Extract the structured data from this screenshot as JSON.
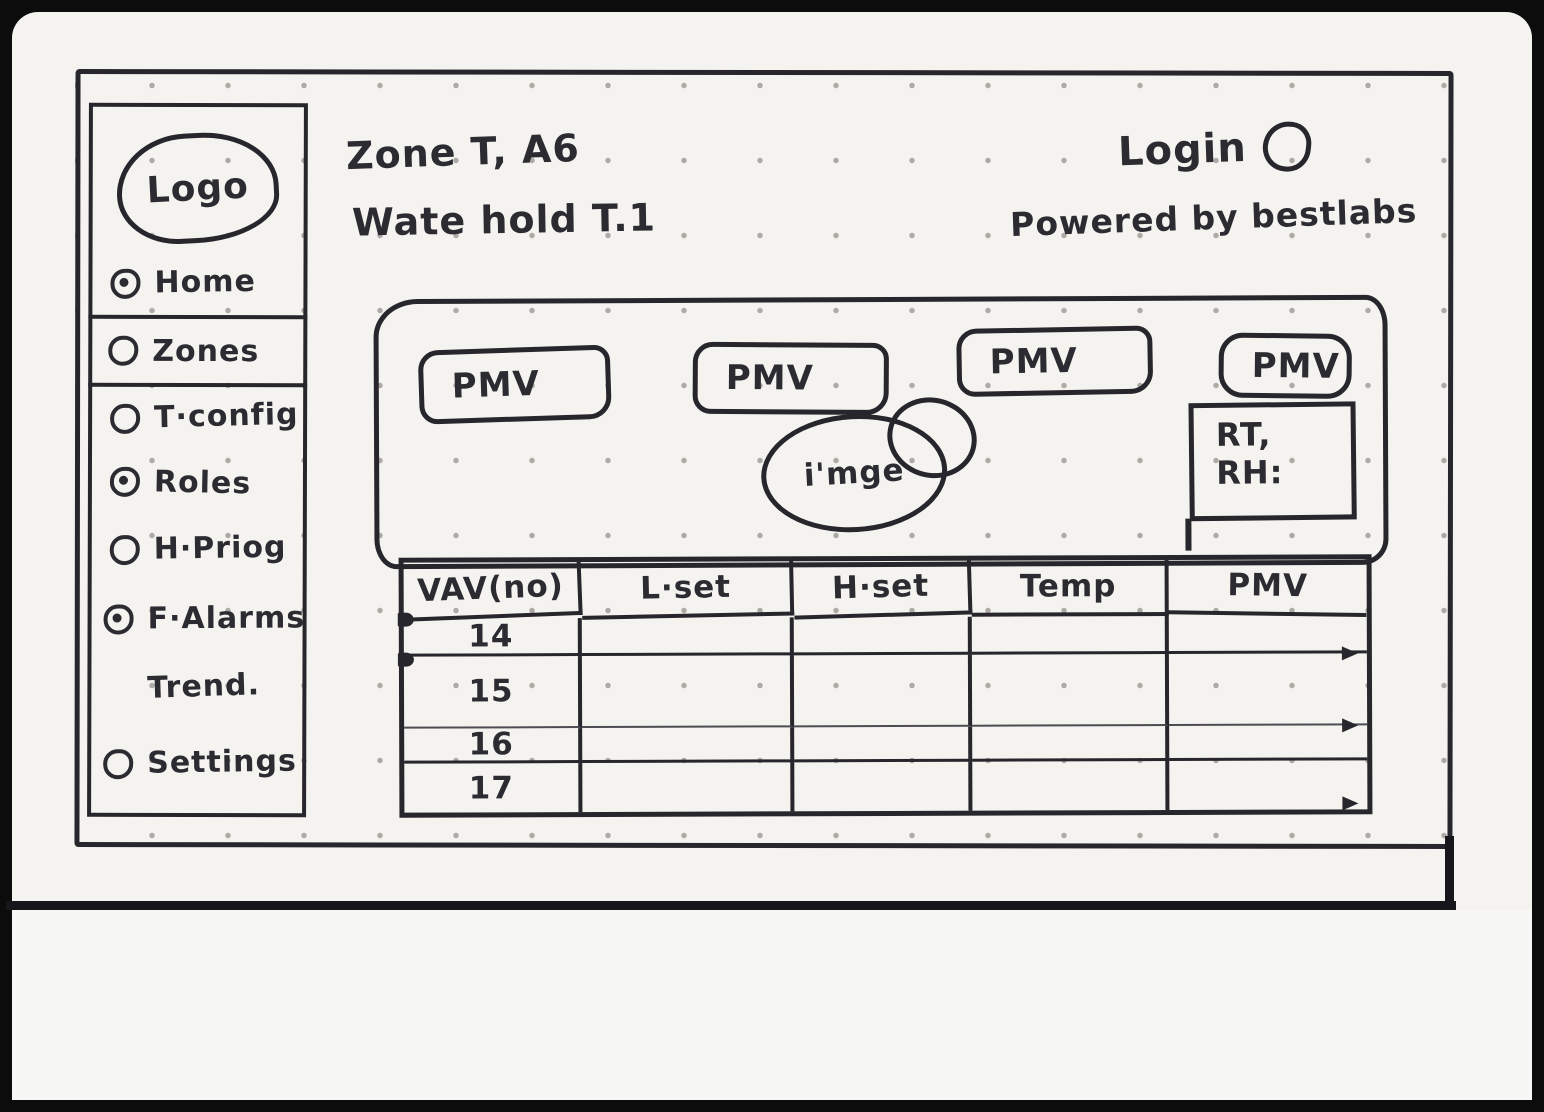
{
  "header": {
    "zone_title": "Zone T, A6",
    "zone_subtitle": "Wate hold T.1",
    "login_label": "Login",
    "powered_by": "Powered by bestlabs"
  },
  "sidebar": {
    "logo_label": "Logo",
    "items": [
      {
        "label": "Home"
      },
      {
        "label": "Zones"
      },
      {
        "label": "T·config"
      },
      {
        "label": "Roles"
      },
      {
        "label": "H·Priog"
      },
      {
        "label": "F·Alarms"
      },
      {
        "label": "Trend."
      },
      {
        "label": "Settings"
      }
    ],
    "selected_item": "Zones"
  },
  "panel": {
    "pmv_buttons": [
      "PMV",
      "PMV",
      "PMV",
      "PMV"
    ],
    "image_label": "i'mge",
    "readout_line1": "RT,",
    "readout_line2": "RH:"
  },
  "table": {
    "columns": [
      "VAV(no)",
      "L·set",
      "H·set",
      "Temp",
      "PMV"
    ],
    "rows": [
      [
        "14",
        "",
        "",
        "",
        ""
      ],
      [
        "15",
        "",
        "",
        "",
        ""
      ],
      [
        "16",
        "",
        "",
        "",
        ""
      ],
      [
        "17",
        "",
        "",
        "",
        ""
      ]
    ]
  },
  "colors": {
    "ink": "#2b2b31",
    "paper": "#f4f3f0",
    "bezel": "#0c0c0c"
  }
}
